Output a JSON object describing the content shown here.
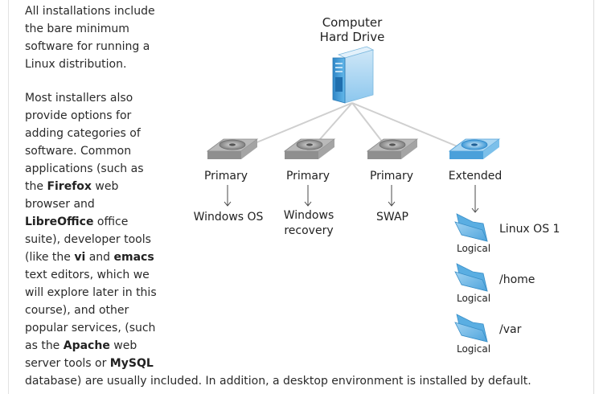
{
  "text": {
    "p1": "All installations include the bare minimum software for running a Linux distribution.",
    "p2": {
      "t1": "Most installers also provide options for adding categories of software. Common applications (such as the ",
      "firefox": "Firefox",
      "t2": " web browser and ",
      "libreoffice": "LibreOffice",
      "t3": " office suite), developer tools (like the ",
      "vi": "vi",
      "t4": " and ",
      "emacs": "emacs",
      "t5": " text editors, which we will explore later in this course), and other popular services, (such as the ",
      "apache": "Apache",
      "t6": " web server tools or ",
      "mysql": "MySQL"
    },
    "p3": "database) are usually included. In addition, a desktop environment is installed by default."
  },
  "diagram": {
    "root_line1": "Computer",
    "root_line2": "Hard Drive",
    "partitions": [
      {
        "type": "Primary",
        "content": "Windows OS"
      },
      {
        "type": "Primary",
        "content_line1": "Windows",
        "content_line2": "recovery"
      },
      {
        "type": "Primary",
        "content": "SWAP"
      },
      {
        "type": "Extended"
      }
    ],
    "logical": [
      {
        "label": "Logical",
        "name": "Linux OS 1"
      },
      {
        "label": "Logical",
        "name": "/home"
      },
      {
        "label": "Logical",
        "name": "/var"
      }
    ]
  },
  "colors": {
    "disk_gray": "#9a9a9a",
    "disk_blue": "#58aee0",
    "server_blue": "#4aa7de",
    "folder_blue": "#6cb8e6",
    "line_gray": "#cfcfcf"
  }
}
